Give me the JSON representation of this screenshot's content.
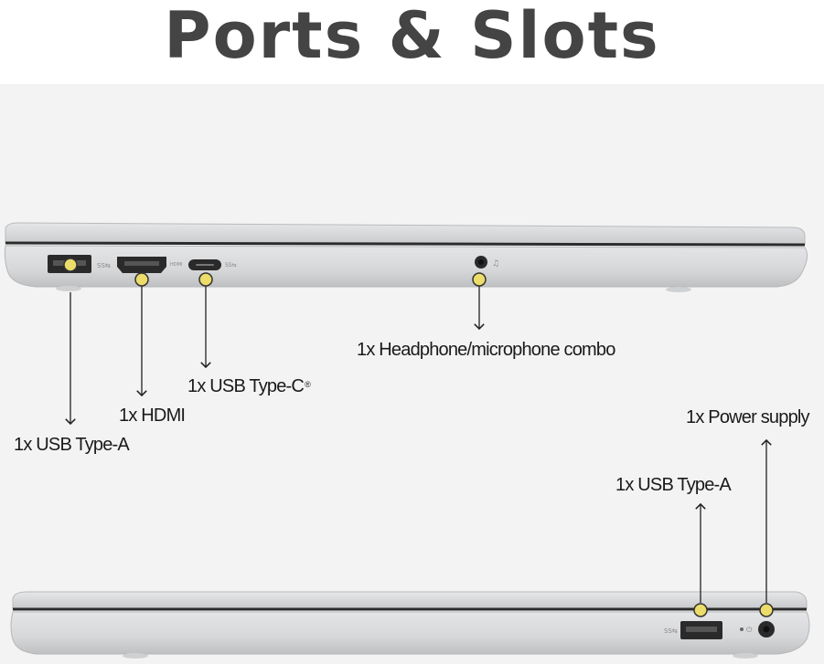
{
  "title": "Ports & Slots",
  "labels": {
    "usb_a_left": "1x USB Type-A",
    "hdmi": "1x HDMI",
    "usb_c": "1x USB Type-C",
    "usb_c_mark": "®",
    "audio": "1x Headphone/microphone combo",
    "power": "1x Power supply",
    "usb_a_right": "1x USB Type-A"
  },
  "colors": {
    "background": "#f3f3f3",
    "title": "#444444",
    "marker_fill": "#ecdc6a",
    "marker_stroke": "#333333",
    "chassis": "#d9dadc"
  }
}
